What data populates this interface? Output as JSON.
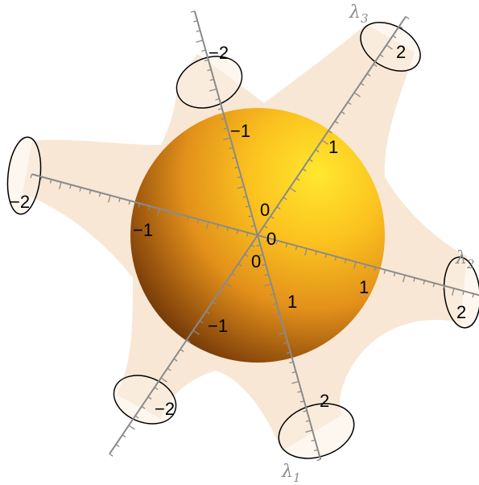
{
  "figure": {
    "colors": {
      "surface": "#f6e3cc",
      "surface_edge": "#000000",
      "sphere_highlight": "#ffe52a",
      "sphere_mid": "#f2a31c",
      "sphere_shadow": "#3a1800",
      "axis": "#8a8a8a",
      "tick_label": "#000000",
      "axis_name": "#8c8c8c"
    },
    "axes": [
      {
        "name": "λ",
        "subscript": "1",
        "tick_labels": [
          "−2",
          "−1",
          "0",
          "1",
          "2"
        ],
        "range": [
          -2.3,
          2.3
        ]
      },
      {
        "name": "λ",
        "subscript": "2",
        "tick_labels": [
          "−2",
          "−1",
          "0",
          "1",
          "2"
        ],
        "range": [
          -2.3,
          2.3
        ]
      },
      {
        "name": "λ",
        "subscript": "3",
        "tick_labels": [
          "−2",
          "−1",
          "0",
          "1",
          "2"
        ],
        "range": [
          -2.3,
          2.3
        ]
      }
    ],
    "objects": [
      "sphere",
      "six-armed surface"
    ]
  }
}
